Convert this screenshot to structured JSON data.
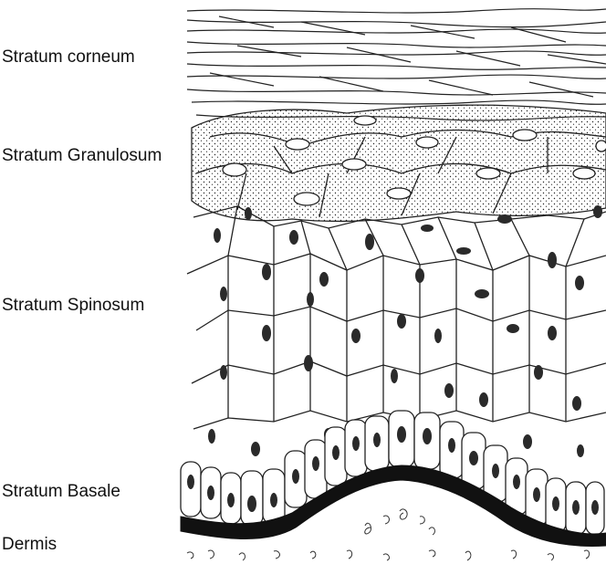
{
  "labels": {
    "corneum": "Stratum corneum",
    "granulosum": "Stratum Granulosum",
    "spinosum": "Stratum Spinosum",
    "basale": "Stratum Basale",
    "dermis": "Dermis"
  }
}
